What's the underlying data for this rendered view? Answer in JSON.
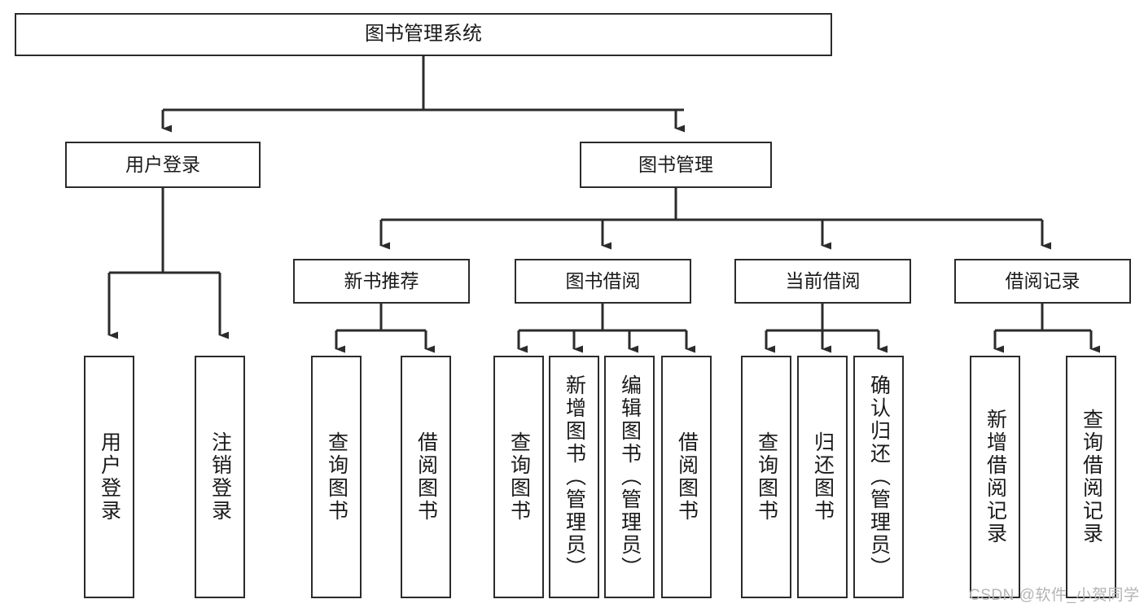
{
  "diagram": {
    "title": "图书管理系统",
    "type": "tree-hierarchy",
    "levels": 4,
    "colors": {
      "box_border": "#2b2b2b",
      "box_fill": "#ffffff",
      "edge": "#2b2b2b",
      "text": "#1a1a1a",
      "watermark": "#b4b4b4",
      "background": "#ffffff"
    }
  },
  "nodes": {
    "root": {
      "label": "图书管理系统"
    },
    "level2": [
      {
        "id": "user-login",
        "label": "用户登录"
      },
      {
        "id": "book-manage",
        "label": "图书管理"
      }
    ],
    "level3": [
      {
        "id": "new-book-recommend",
        "label": "新书推荐"
      },
      {
        "id": "book-borrow",
        "label": "图书借阅"
      },
      {
        "id": "current-borrow",
        "label": "当前借阅"
      },
      {
        "id": "borrow-record",
        "label": "借阅记录"
      }
    ],
    "leaves": {
      "user_login": [
        {
          "id": "leaf-user-login",
          "label": "用户登录"
        },
        {
          "id": "leaf-logout-login",
          "label": "注销登录"
        }
      ],
      "new_book_recommend": [
        {
          "id": "leaf-query-book-1",
          "label": "查询图书"
        },
        {
          "id": "leaf-borrow-book-1",
          "label": "借阅图书"
        }
      ],
      "book_borrow": [
        {
          "id": "leaf-query-book-2",
          "label": "查询图书"
        },
        {
          "id": "leaf-add-book",
          "label": "新增图书（管理员）"
        },
        {
          "id": "leaf-edit-book",
          "label": "编辑图书（管理员）"
        },
        {
          "id": "leaf-borrow-book-2",
          "label": "借阅图书"
        }
      ],
      "current_borrow": [
        {
          "id": "leaf-query-book-3",
          "label": "查询图书"
        },
        {
          "id": "leaf-return-book",
          "label": "归还图书"
        },
        {
          "id": "leaf-confirm-return",
          "label": "确认归还（管理员）"
        }
      ],
      "borrow_record": [
        {
          "id": "leaf-add-record",
          "label": "新增借阅记录"
        },
        {
          "id": "leaf-query-record",
          "label": "查询借阅记录"
        }
      ]
    }
  },
  "watermark": {
    "text": "CSDN @软件_小贺同学"
  }
}
